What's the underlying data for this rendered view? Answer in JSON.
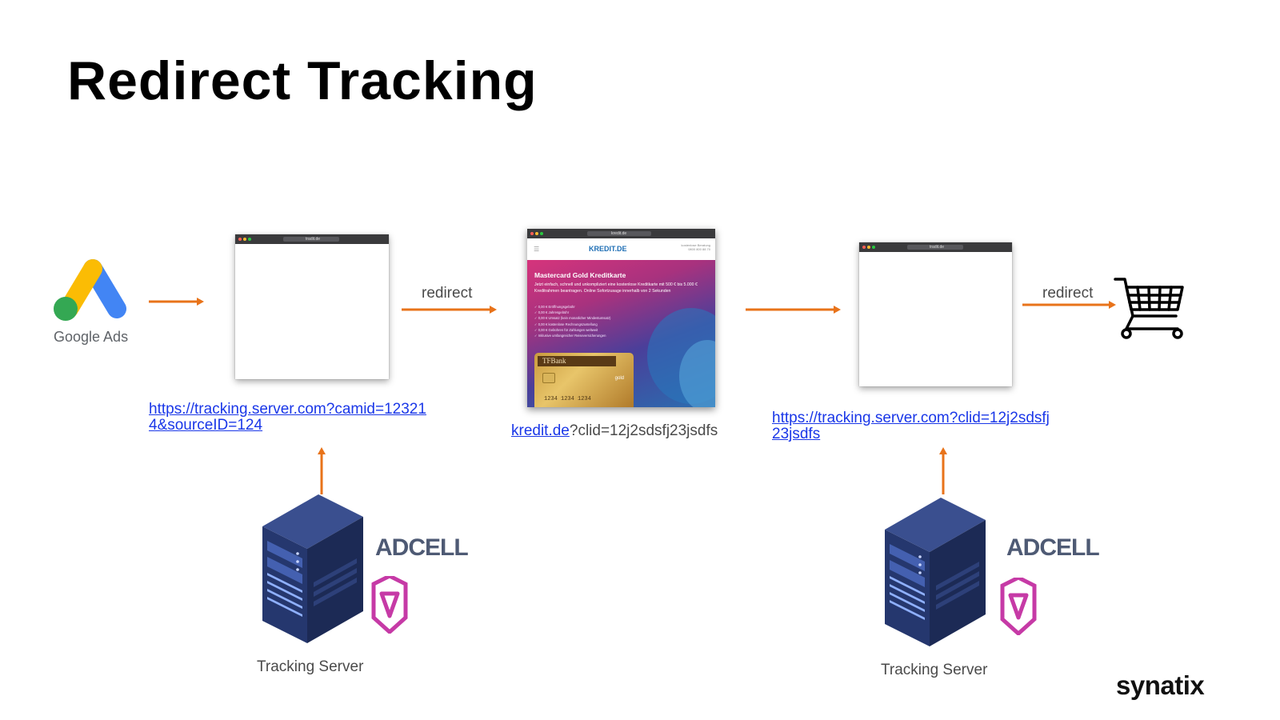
{
  "title": "Redirect Tracking",
  "google_ads": {
    "label": "Google Ads"
  },
  "steps": {
    "redirect_1": "redirect",
    "redirect_2": "redirect"
  },
  "browser_1": {
    "url_bar": "tradit.de"
  },
  "browser_3": {
    "url_bar": "tradit.de"
  },
  "links": {
    "tracking_1": {
      "line1": "https://tracking.server.com?camid=12321",
      "line2": "4&sourceID=124"
    },
    "landing": {
      "link": "kredit.de",
      "rest": "?clid=12j2sdsfj23jsdfs"
    },
    "tracking_2": {
      "line1": "https://tracking.server.com?clid=12j2sdsfj",
      "line2": "23jsdfs"
    }
  },
  "kredit_page": {
    "url_bar": "kredit.de",
    "logo": "KREDIT.DE",
    "hotline": "kostenlose Beratung\n0800 800 88 70",
    "headline": "Mastercard Gold Kreditkarte",
    "intro": "Jetzt einfach, schnell und unkompliziert eine kostenlose Kreditkarte mit 500 € bis 5.000 € Kreditrahmen beantragen. Online Sofortzusage innerhalb von 2 Sekunden",
    "features": [
      "0,00 € Eröffnungsgebühr",
      "0,00 € Jahresgebühr",
      "0,00 € Umsatz (kein monatlicher Mindestumsatz)",
      "0,00 € kostenlose Rechnungszustellung",
      "0,00 € Gebühren für Zahlungen weltweit",
      "Inklusive umfangreicher Reiseversicherungen"
    ],
    "card_bank": "TFBank",
    "card_type": "gold",
    "card_number": "1234  1234  1234"
  },
  "servers": [
    {
      "caption": "Tracking Server",
      "brand": "ADCELL"
    },
    {
      "caption": "Tracking Server",
      "brand": "ADCELL"
    }
  ],
  "footer_logo": "synatix",
  "colors": {
    "arrow": "#e8731a",
    "link": "#1a37e8",
    "server_dark": "#1c2a55",
    "server_light": "#3a4f8f",
    "vendor_logo": "#c63aa6",
    "adcell_dark": "#4e5a74",
    "adcell_light": "#8d95ab"
  }
}
